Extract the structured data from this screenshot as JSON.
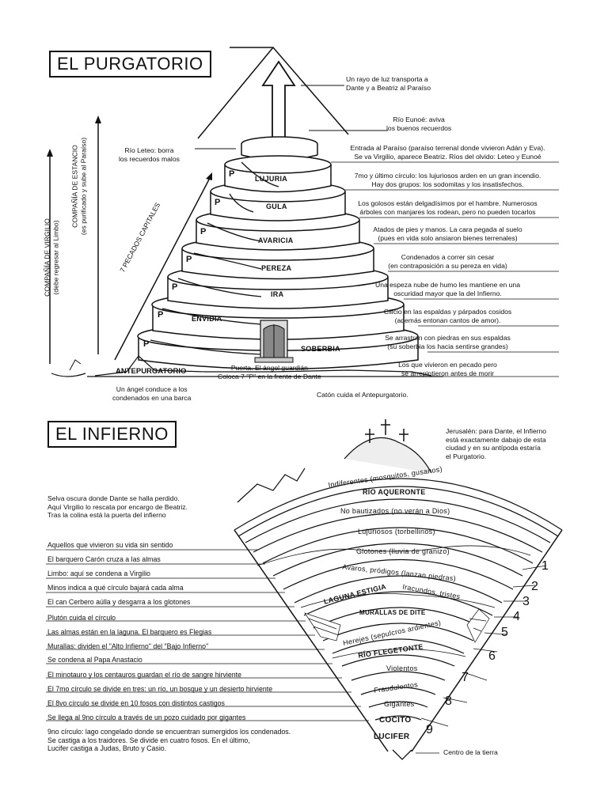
{
  "purgatorio": {
    "title": "EL PURGATORIO",
    "ray_note": [
      "Un rayo de luz transporta a",
      "Dante y a Beatriz al Paraíso"
    ],
    "eunoe_note": [
      "Río Eunoé: aviva",
      "los buenos recuerdos"
    ],
    "leteo_note": [
      "Río Leteo: borra",
      "los recuerdos malos"
    ],
    "virgilio_label": [
      "COMPAÑÍA DE VIRGILIO",
      "(debe regresar al Limbo)"
    ],
    "estancio_label": [
      "COMPAÑÍA DE ESTANCIO",
      "(es purificado y sube al Paraíso)"
    ],
    "pecados_label": "7 PECADOS CAPITALES",
    "terraces": [
      "LUJURIA",
      "GULA",
      "AVARICIA",
      "PEREZA",
      "IRA",
      "ENVIDIA",
      "SOBERBIA"
    ],
    "p_mark": "P",
    "antepurgatorio": "ANTEPURGATORIO",
    "puerta_note": [
      "Puerta. El ángel guardián",
      "Coloca 7 \"P\" en la frente de Dante"
    ],
    "barca_note": [
      "Un ángel conduce a los",
      "condenados en una barca"
    ],
    "caton_note": "Catón cuida el Antepurgatorio.",
    "right_notes": [
      [
        "Entrada al Paraíso (paraíso terrenal donde vivieron Adán y Eva).",
        "Se va Virgilio, aparece Beatriz. Ríos del olvido: Leteo y Eunoé"
      ],
      [
        "7mo y último círculo: los lujuriosos arden en un gran incendio.",
        "Hay dos grupos: los sodomitas y los insatisfechos."
      ],
      [
        "Los golosos están delgadísimos por el hambre. Numerosos",
        "árboles con manjares los rodean, pero no pueden tocarlos"
      ],
      [
        "Atados de pies y manos. La cara pegada al suelo",
        "(pues en vida solo ansiaron bienes terrenales)"
      ],
      [
        "Condenados a correr sin cesar",
        "(en contraposición a su pereza en vida)"
      ],
      [
        "Una espeza nube de humo les mantiene en una",
        "oscuridad mayor que la del Infierno."
      ],
      [
        "Cilicio en las espaldas y párpados cosidos",
        "(además entonan cantos de amor)."
      ],
      [
        "Se arrastran con piedras en sus espaldas",
        "(su soberbia los hacia sentirse grandes)"
      ],
      [
        "Los que vivieron en pecado pero",
        "se arrepintieron antes de morir"
      ]
    ]
  },
  "infierno": {
    "title": "EL INFIERNO",
    "jerusalen_note": [
      "Jerusalén: para Dante, el Infierno",
      "está exactamente dabajo de esta",
      "ciudad y en su antípoda estaría",
      "el Purgatorio."
    ],
    "selva_note": [
      "Selva oscura donde Dante se halla perdido.",
      "Aquí Virgilio lo rescata por encargo de Beatriz.",
      "Tras la colina está la puerta del infierno"
    ],
    "rings": [
      "Indiferentes (mosquitos, gusanos)",
      "RÍO AQUERONTE",
      "No bautizados (no verán a Dios)",
      "Lujuriosos (torbellinos)",
      "Glotones (lluvia de granizo)",
      "Avaros, pródigos (lanzan piedras)",
      "LAGUNA ESTIGIA",
      "Iracundos, tristes",
      "MURALLAS DE DITE",
      "Herejes (sepulcros ardientes)",
      "RÍO FLEGETONTE",
      "Violentos",
      "Fraudulentos",
      "Gigantes",
      "COCITO",
      "LUCIFER"
    ],
    "circle_numbers": [
      "1",
      "2",
      "3",
      "4",
      "5",
      "6",
      "7",
      "8",
      "9"
    ],
    "centro_note": "Centro de la tierra",
    "left_notes": [
      "Aquellos que vivieron su vida sin sentido",
      "El barquero Carón cruza a las almas",
      "Limbo: aquí se condena a Virgilio",
      "Minos indica a qué círculo bajará cada alma",
      "El can Cerbero aúlla y desgarra a los glotones",
      "Plutón cuida el círculo",
      "Las almas están en la laguna. El barquero es Flegias",
      "Murallas: dividen el \"Alto Infierno\" del \"Bajo Infierno\"",
      "Se condena al Papa Anastacio",
      "El minotauro y los centauros guardan el río de sangre hirviente",
      "El 7mo círculo se divide en tres: un río, un bosque y un desierto hirviente",
      "El 8vo círculo se divide en 10 fosos con distintos castigos",
      "Se llega al 9no círculo a través de un pozo cuidado por gigantes"
    ],
    "last_note": [
      "9no círculo: lago congelado donde se encuentran sumergidos los condenados.",
      "Se castiga a los traidores. Se divide en cuatro fosos. En el último,",
      "Lucifer castiga a Judas, Bruto y Casio."
    ]
  }
}
